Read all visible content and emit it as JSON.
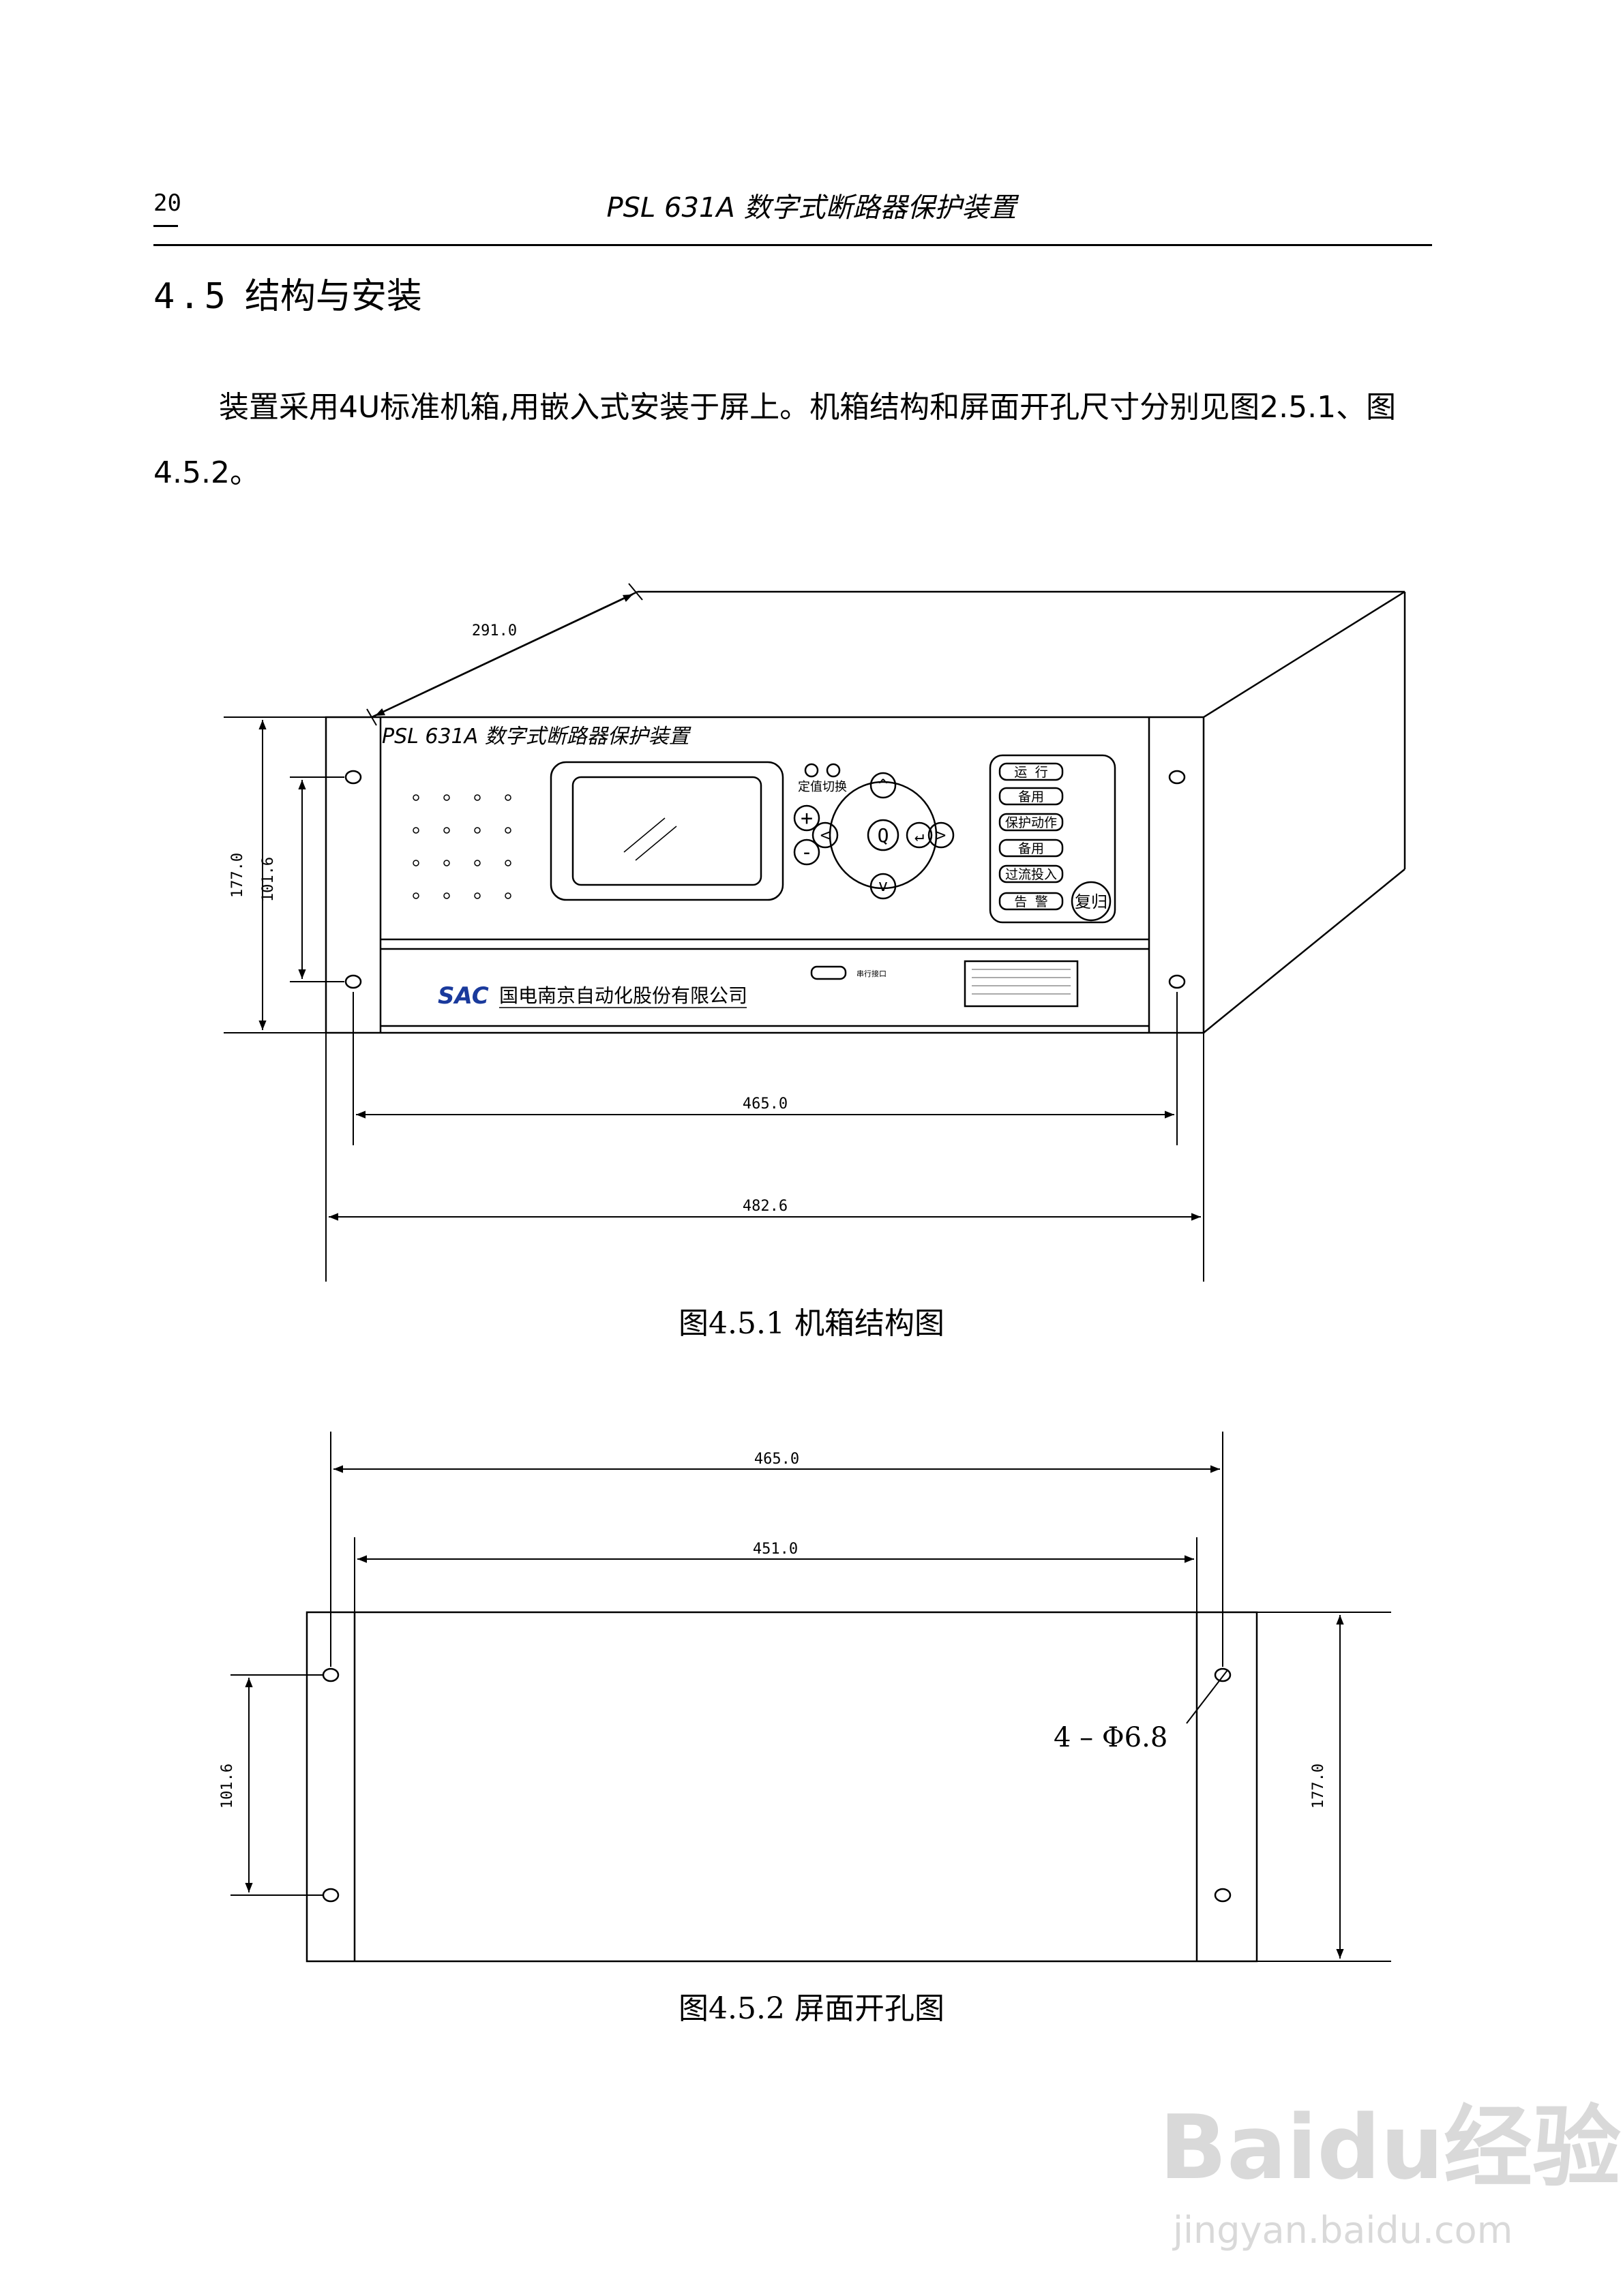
{
  "header": {
    "page_number": "20",
    "title": "PSL 631A 数字式断路器保护装置"
  },
  "section": {
    "number": "4.5",
    "title": "结构与安装"
  },
  "body": {
    "paragraph": "装置采用4U标准机箱,用嵌入式安装于屏上。机箱结构和屏面开孔尺寸分别见图2.5.1、图4.5.2。"
  },
  "figure1": {
    "caption": "图4.5.1 机箱结构图",
    "dimensions": {
      "depth": "291.0",
      "height": "177.0",
      "hole_spacing": "101.6",
      "hole_width": "465.0",
      "panel_width": "482.6"
    },
    "panel": {
      "title": "PSL 631A 数字式断路器保护装置",
      "setting_switch_label": "定值切换",
      "keypad": {
        "plus": "+",
        "minus": "-",
        "up": "^",
        "down": "v",
        "left": "<",
        "right": ">",
        "quit": "Q",
        "enter": "↵"
      },
      "indicators": [
        "运 行",
        "备用",
        "保护动作",
        "备用",
        "过流投入",
        "告 警"
      ],
      "reset_button": "复归",
      "company_logo": "SAC",
      "company_name": "国电南京自动化股份有限公司",
      "serial_port_label": "串行接口"
    }
  },
  "figure2": {
    "caption": "图4.5.2 屏面开孔图",
    "dimensions": {
      "hole_width": "465.0",
      "cutout_width": "451.0",
      "hole_spacing": "101.6",
      "height": "177.0"
    },
    "hole_note": "4 – Φ6.8"
  },
  "watermark": {
    "brand": "Baidu经验",
    "url": "jingyan.baidu.com"
  }
}
